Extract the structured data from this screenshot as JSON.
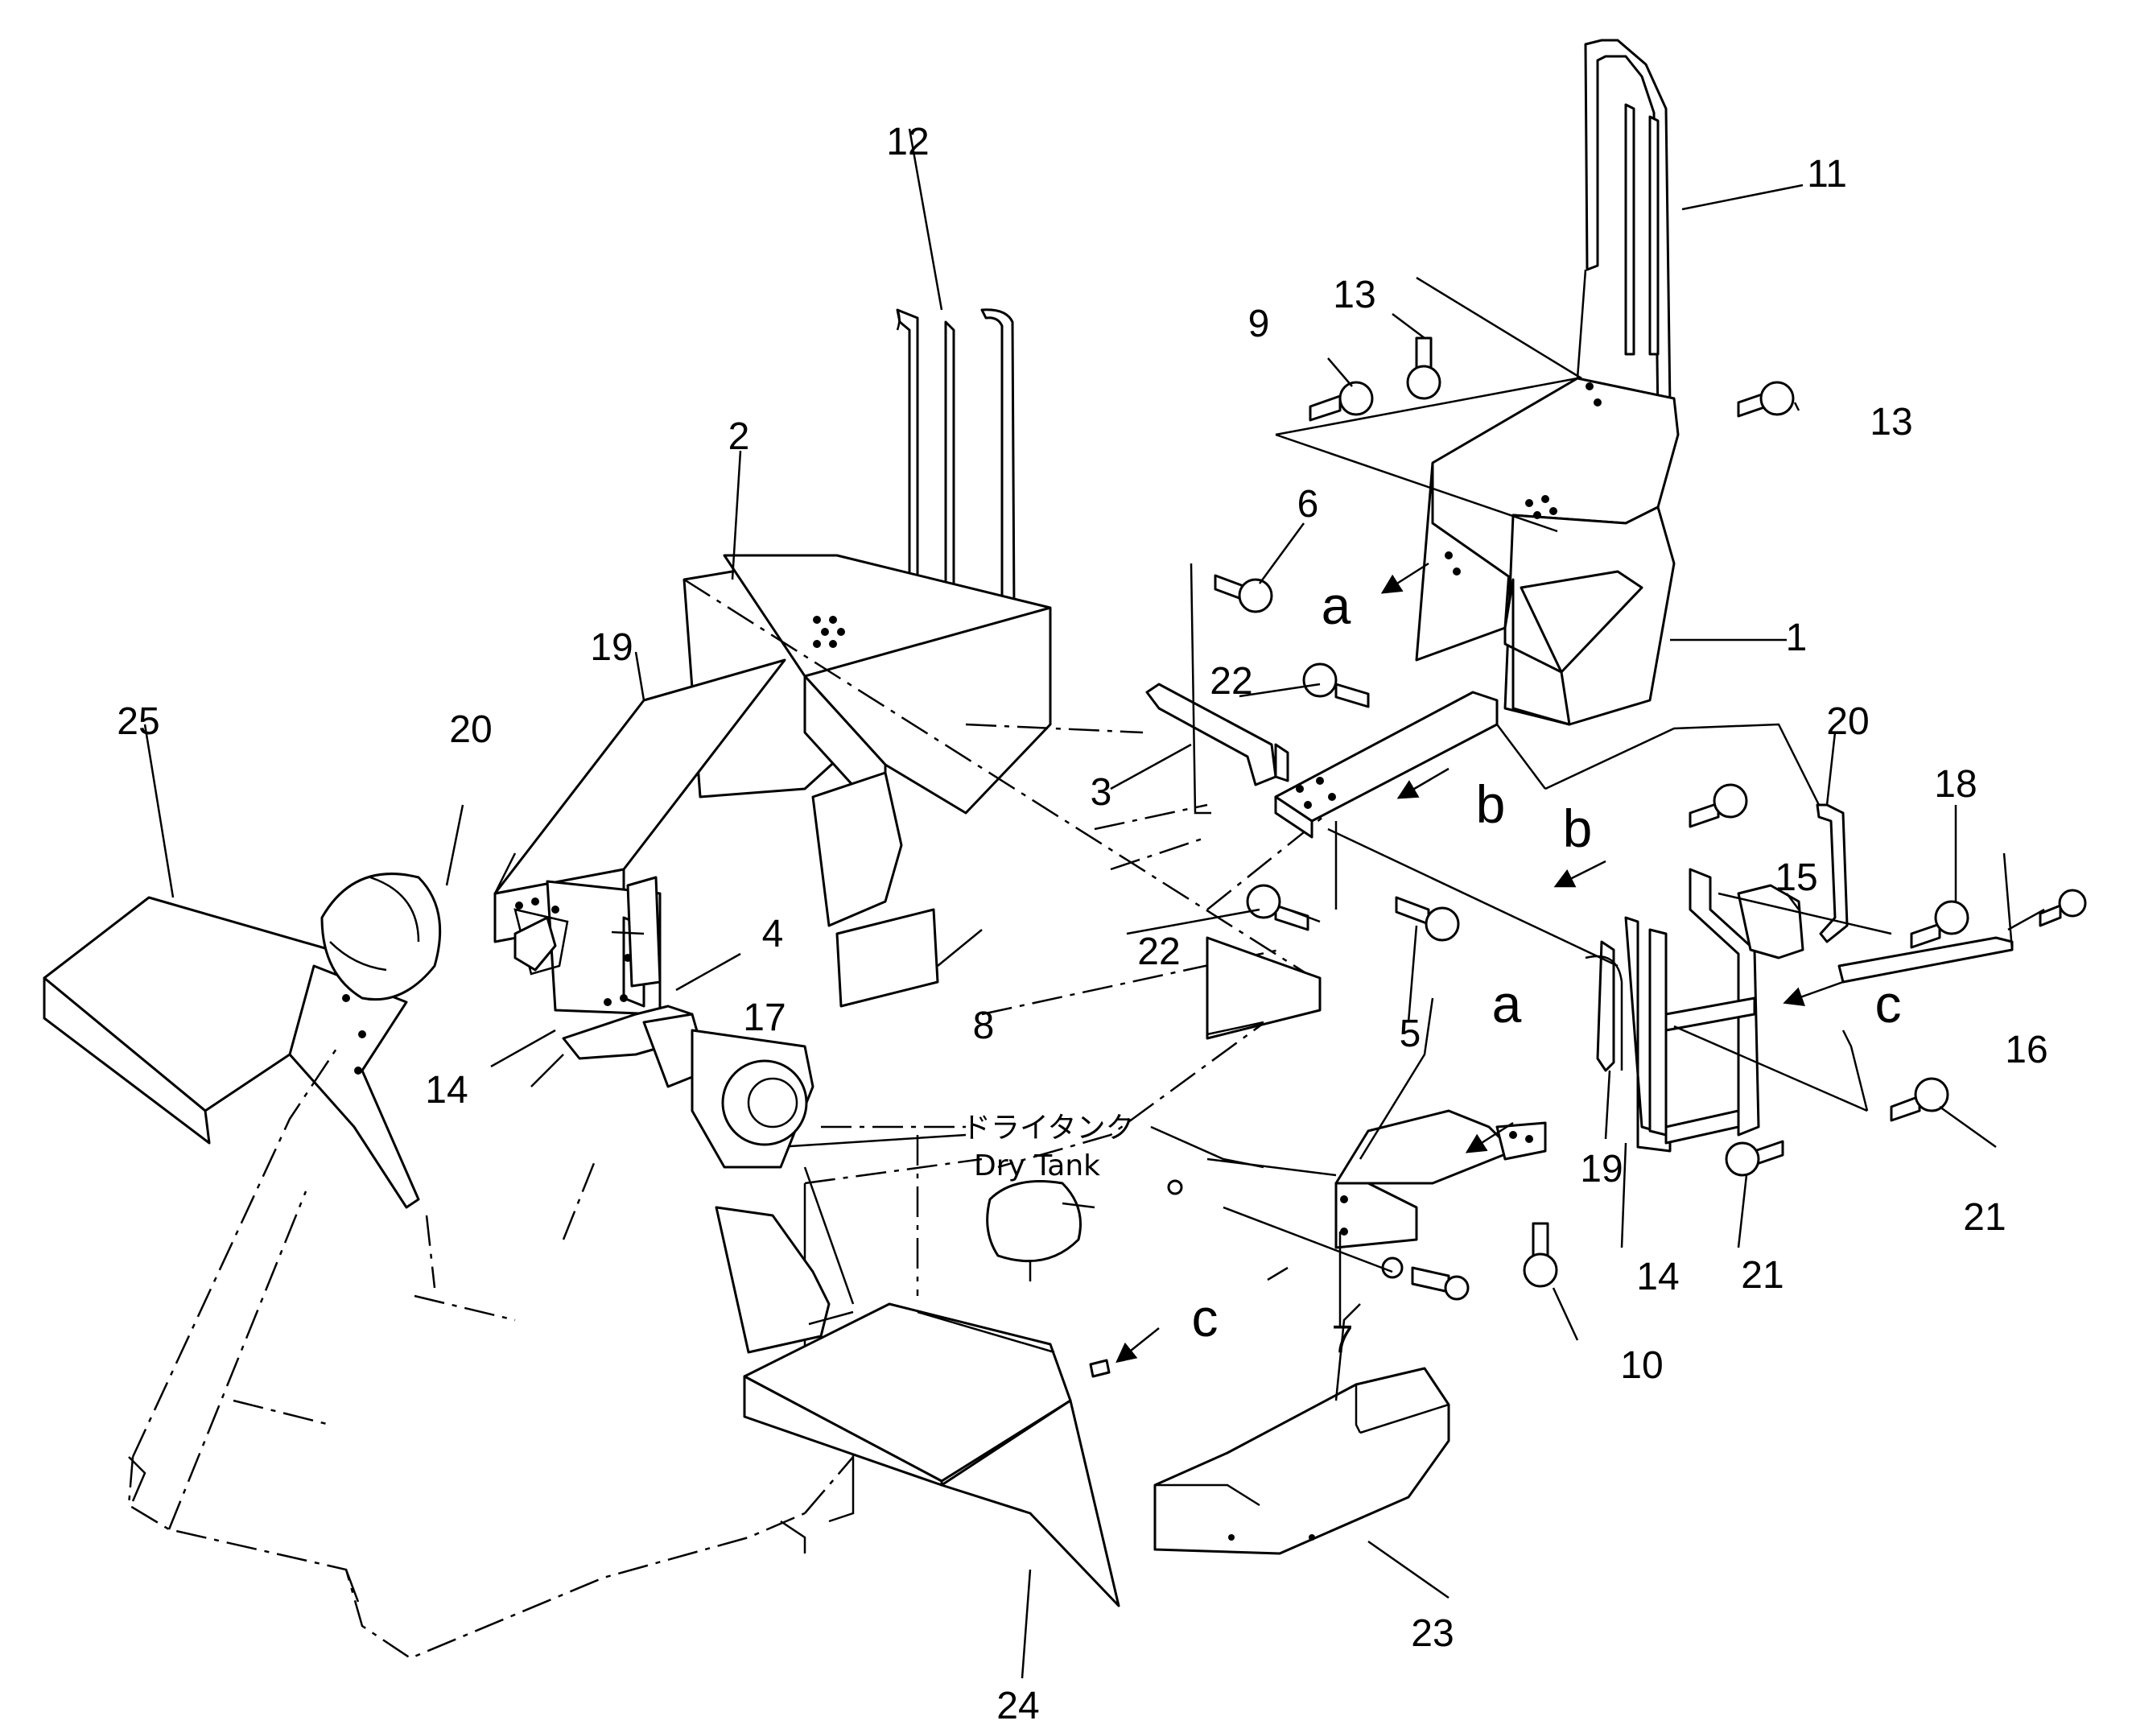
{
  "callouts": {
    "n1": "1",
    "n2": "2",
    "n3": "3",
    "n4": "4",
    "n5": "5",
    "n6": "6",
    "n7": "7",
    "n8": "8",
    "n9": "9",
    "n10": "10",
    "n11": "11",
    "n12": "12",
    "n13a": "13",
    "n13b": "13",
    "n14a": "14",
    "n14b": "14",
    "n15": "15",
    "n16": "16",
    "n17": "17",
    "n18": "18",
    "n19a": "19",
    "n19b": "19",
    "n20a": "20",
    "n20b": "20",
    "n21a": "21",
    "n21b": "21",
    "n22a": "22",
    "n22b": "22",
    "n23": "23",
    "n24": "24",
    "n25": "25"
  },
  "references": {
    "a1": "a",
    "a2": "a",
    "b1": "b",
    "b2": "b",
    "c1": "c",
    "c2": "c"
  },
  "labels": {
    "tank_jp": "ドライタンク",
    "tank_en": "Dry Tank"
  }
}
